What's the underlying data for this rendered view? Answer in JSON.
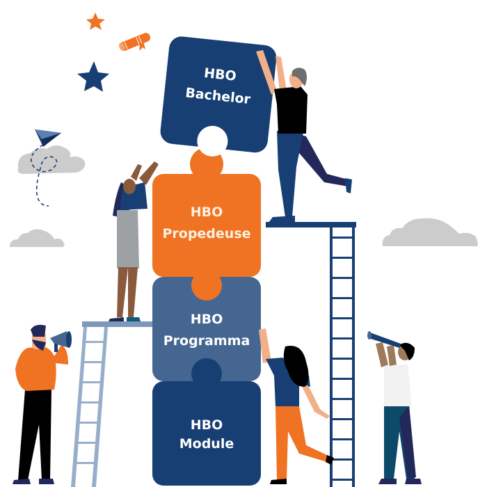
{
  "illustration": {
    "title": "HBO education level puzzle tower",
    "background": "#ffffff",
    "colors": {
      "navy": "#173f73",
      "orange": "#f07323",
      "slate_blue": "#456690",
      "light_ladder": "#97aecb",
      "cloud": "#cccccc",
      "text_light": "#ffffff",
      "text_cream": "#fdf0de"
    },
    "puzzle_pieces": [
      {
        "id": "bachelor",
        "line1": "HBO",
        "line2": "Bachelor",
        "color": "#173f73"
      },
      {
        "id": "propedeuse",
        "line1": "HBO",
        "line2": "Propedeuse",
        "color": "#f07323"
      },
      {
        "id": "programma",
        "line1": "HBO",
        "line2": "Programma",
        "color": "#456690"
      },
      {
        "id": "module",
        "line1": "HBO",
        "line2": "Module",
        "color": "#173f73"
      }
    ],
    "decorations": [
      "small-orange-star",
      "diploma-scroll",
      "navy-star",
      "paper-plane",
      "dashed-flight-path",
      "cloud-left-upper",
      "cloud-left-lower",
      "cloud-right"
    ],
    "people": [
      "man-lifting-bachelor-piece",
      "woman-reaching-on-platform",
      "man-with-megaphone",
      "woman-pushing-puzzle",
      "man-with-telescope"
    ],
    "ladders": [
      "light-ladder-left",
      "navy-ladder-right"
    ]
  }
}
